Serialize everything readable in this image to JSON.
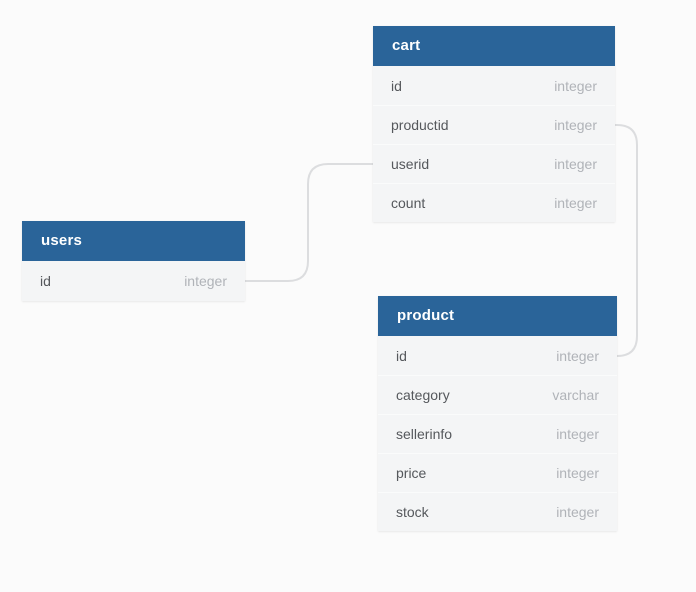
{
  "diagram": {
    "background_color": "#fbfbfb",
    "header_color": "#2a6499",
    "line_color": "#dcdddf",
    "tables": [
      {
        "name": "cart",
        "fields": [
          {
            "name": "id",
            "type": "integer"
          },
          {
            "name": "productid",
            "type": "integer"
          },
          {
            "name": "userid",
            "type": "integer"
          },
          {
            "name": "count",
            "type": "integer"
          }
        ]
      },
      {
        "name": "users",
        "fields": [
          {
            "name": "id",
            "type": "integer"
          }
        ]
      },
      {
        "name": "product",
        "fields": [
          {
            "name": "id",
            "type": "integer"
          },
          {
            "name": "category",
            "type": "varchar"
          },
          {
            "name": "sellerinfo",
            "type": "integer"
          },
          {
            "name": "price",
            "type": "integer"
          },
          {
            "name": "stock",
            "type": "integer"
          }
        ]
      }
    ],
    "relationships": [
      {
        "from": "users.id",
        "to": "cart.userid"
      },
      {
        "from": "cart.productid",
        "to": "product.id"
      }
    ]
  }
}
